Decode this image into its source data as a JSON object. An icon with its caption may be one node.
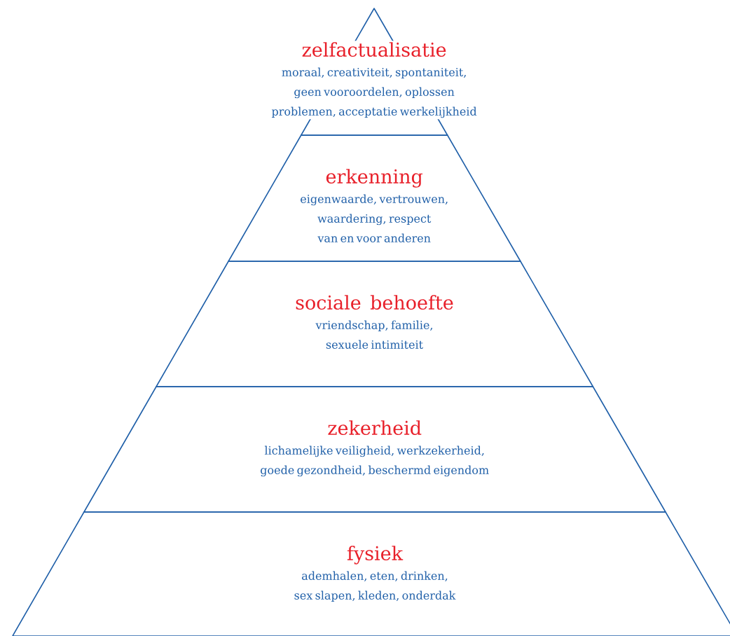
{
  "diagram": {
    "nodes": [
      {
        "text": [
          "zelfactualisatie",
          "moraal, creativiteit, spontaniteit, geen vooroordelen, oplossen problemen, acceptatie werkelijkheid"
        ]
      },
      {
        "text": [
          "erkenning",
          "eigenwaarde, vertrouwen, waardering, respect van en voor anderen"
        ]
      },
      {
        "text": [
          "sociale behoefte",
          "vriendschap, familie, sexuele intimiteit"
        ]
      },
      {
        "text": [
          "zekerheid",
          "lichamelijke veiligheid, werkzekerheid, goede gezondheid, beschermd eigendom"
        ]
      },
      {
        "text": [
          "fysiek",
          "ademhalen, eten, drinken, sex slapen, kleden, onderdak"
        ]
      }
    ]
  }
}
